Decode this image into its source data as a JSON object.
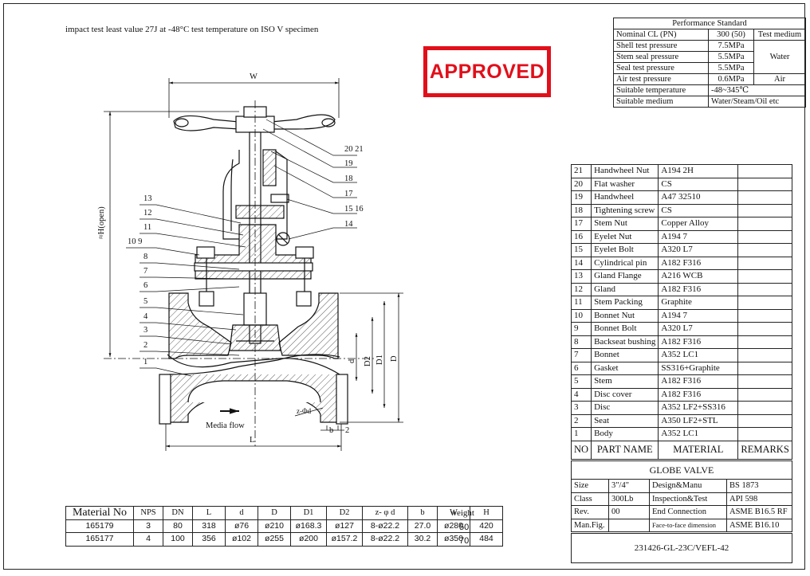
{
  "note": "impact test least value  27J at -48°C test temperature on ISO V specimen",
  "stamp": "APPROVED",
  "performance": {
    "title": "Performance Standard",
    "rows": [
      {
        "label": "Nominal CL (PN)",
        "value": "300 (50)",
        "medium": "Test medium"
      },
      {
        "label": "Shell test pressure",
        "value": "7.5MPa"
      },
      {
        "label": "Stem seal pressure",
        "value": "5.5MPa",
        "medium": "Water"
      },
      {
        "label": "Seal test pressure",
        "value": "5.5MPa"
      },
      {
        "label": "Air test pressure",
        "value": "0.6MPa",
        "medium": "Air"
      },
      {
        "label": "Suitable temperature",
        "value": "-48~345℃"
      },
      {
        "label": "Suitable medium",
        "value": "Water/Steam/Oil etc"
      }
    ]
  },
  "parts": [
    {
      "no": "21",
      "name": "Handwheel Nut",
      "material": "A194 2H"
    },
    {
      "no": "20",
      "name": "Flat washer",
      "material": "CS"
    },
    {
      "no": "19",
      "name": "Handwheel",
      "material": "A47 32510"
    },
    {
      "no": "18",
      "name": "Tightening screw",
      "material": "CS"
    },
    {
      "no": "17",
      "name": "Stem Nut",
      "material": "Copper Alloy"
    },
    {
      "no": "16",
      "name": "Eyelet Nut",
      "material": "A194 7"
    },
    {
      "no": "15",
      "name": "Eyelet Bolt",
      "material": "A320 L7"
    },
    {
      "no": "14",
      "name": "Cylindrical pin",
      "material": "A182 F316"
    },
    {
      "no": "13",
      "name": "Gland Flange",
      "material": "A216 WCB"
    },
    {
      "no": "12",
      "name": "Gland",
      "material": "A182 F316"
    },
    {
      "no": "11",
      "name": "Stem Packing",
      "material": "Graphite"
    },
    {
      "no": "10",
      "name": "Bonnet Nut",
      "material": "A194 7"
    },
    {
      "no": "9",
      "name": "Bonnet Bolt",
      "material": "A320 L7"
    },
    {
      "no": "8",
      "name": "Backseat bushing",
      "material": "A182 F316"
    },
    {
      "no": "7",
      "name": "Bonnet",
      "material": "A352 LC1"
    },
    {
      "no": "6",
      "name": "Gasket",
      "material": "SS316+Graphite"
    },
    {
      "no": "5",
      "name": "Stem",
      "material": "A182 F316"
    },
    {
      "no": "4",
      "name": "Disc cover",
      "material": "A182 F316"
    },
    {
      "no": "3",
      "name": "Disc",
      "material": "A352 LF2+SS316"
    },
    {
      "no": "2",
      "name": "Seat",
      "material": "A350 LF2+STL"
    },
    {
      "no": "1",
      "name": "Body",
      "material": "A352 LC1"
    }
  ],
  "parts_header": {
    "no": "NO",
    "name": "PART NAME",
    "material": "MATERIAL",
    "remarks": "REMARKS"
  },
  "title_block": {
    "product": "GLOBE VALVE",
    "size_label": "Size",
    "size": "3\"/4\"",
    "design_label": "Design&Manu",
    "design": "BS 1873",
    "class_label": "Class",
    "class": "300Lb",
    "inspection_label": "Inspection&Test",
    "inspection": "API 598",
    "rev_label": "Rev.",
    "rev": "00",
    "end_label": "End Connection",
    "end": "ASME B16.5 RF",
    "manfig_label": "Man.Fig.",
    "f2f_label": "Face-to-face dimension",
    "f2f": "ASME B16.10",
    "drawing_no": "231426-GL-23C/VEFL-42"
  },
  "dimensions": {
    "headers": [
      "Material No",
      "NPS",
      "DN",
      "L",
      "d",
      "D",
      "D1",
      "D2",
      "z- φ d",
      "b",
      "W",
      "H"
    ],
    "weight_label": "weight",
    "rows": [
      {
        "cells": [
          "165179",
          "3",
          "80",
          "318",
          "ø76",
          "ø210",
          "ø168.3",
          "ø127",
          "8-ø22.2",
          "27.0",
          "ø280",
          "420"
        ],
        "weight": "50"
      },
      {
        "cells": [
          "165177",
          "4",
          "100",
          "356",
          "ø102",
          "ø255",
          "ø200",
          "ø157.2",
          "8-ø22.2",
          "30.2",
          "ø350",
          "484"
        ],
        "weight": "70"
      }
    ]
  },
  "drawing": {
    "W": "W",
    "L": "L",
    "H_open": "≈H(open)",
    "d": "d",
    "D2": "D2",
    "D1": "D1",
    "D": "D",
    "zd": "z-Φd",
    "b": "b",
    "media_flow": "Media flow",
    "callouts_left": [
      "13",
      "12",
      "11",
      "10  9",
      "8",
      "7",
      "6",
      "5",
      "4",
      "3",
      "2",
      "1"
    ],
    "callouts_right": [
      "20  21",
      "19",
      "18",
      "17",
      "15  16",
      "14"
    ],
    "callout_2": "2"
  }
}
